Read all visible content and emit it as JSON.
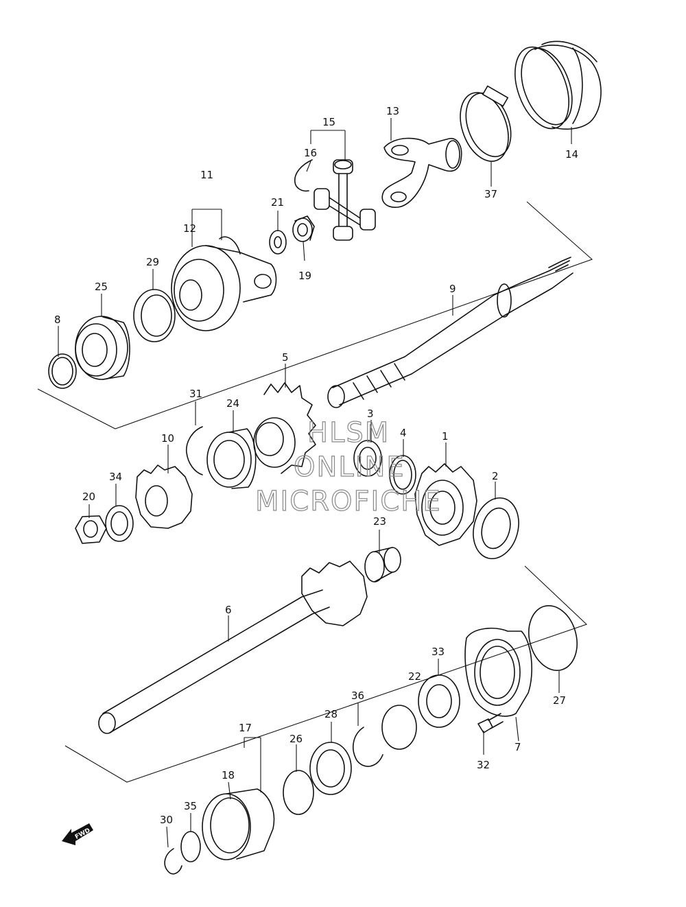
{
  "watermark": {
    "line1": "HLSM",
    "line2": "ONLINE",
    "line3": "MICROFICHE"
  },
  "fwd_label": "FWD",
  "callouts": [
    "1",
    "2",
    "3",
    "4",
    "5",
    "6",
    "7",
    "8",
    "9",
    "10",
    "11",
    "12",
    "13",
    "14",
    "15",
    "16",
    "17",
    "18",
    "19",
    "20",
    "21",
    "22",
    "23",
    "24",
    "25",
    "26",
    "27",
    "28",
    "29",
    "30",
    "31",
    "32",
    "33",
    "34",
    "35",
    "36",
    "37"
  ]
}
